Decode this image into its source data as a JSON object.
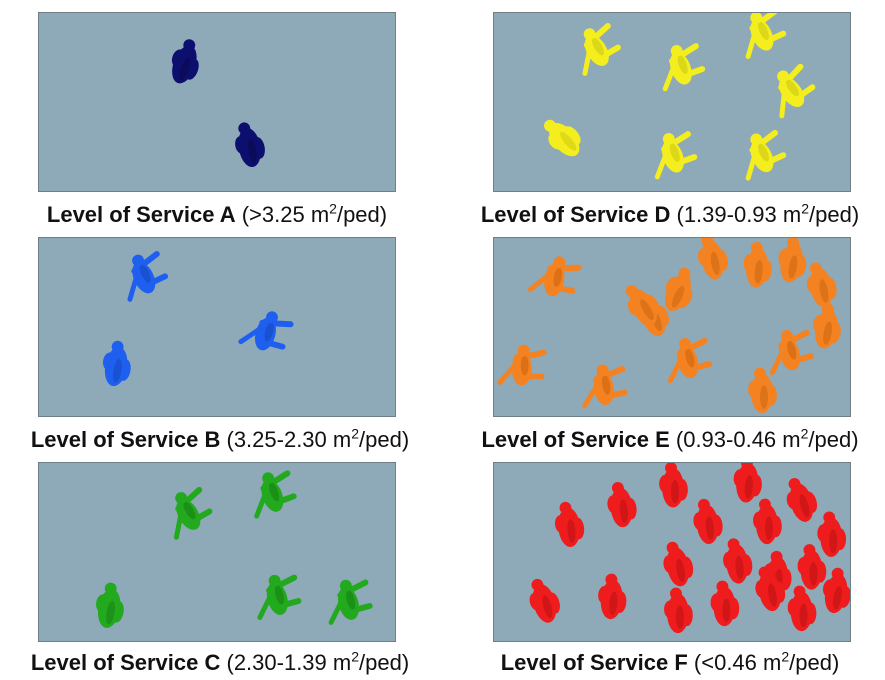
{
  "panels": [
    {
      "id": "A",
      "caption": {
        "level": "Level of Service A",
        "range_prefix": " (>3.25 m",
        "sup": "2",
        "range_suffix": "/ped)"
      },
      "color": "#0c0f6e",
      "shade": "#070948",
      "pedestrians": 2
    },
    {
      "id": "D",
      "caption": {
        "level": "Level of Service D",
        "range_prefix": " (1.39-0.93 m",
        "sup": "2",
        "range_suffix": "/ped)"
      },
      "color": "#f4ee1e",
      "shade": "#c9c412",
      "pedestrians": 7
    },
    {
      "id": "B",
      "caption": {
        "level": "Level of Service B",
        "range_prefix": " (3.25-2.30 m",
        "sup": "2",
        "range_suffix": "/ped)"
      },
      "color": "#1f5ff0",
      "shade": "#1446b8",
      "pedestrians": 3
    },
    {
      "id": "E",
      "caption": {
        "level": "Level of Service E",
        "range_prefix": " (0.93-0.46 m",
        "sup": "2",
        "range_suffix": "/ped)"
      },
      "color": "#f58220",
      "shade": "#c4630f",
      "pedestrians": 14
    },
    {
      "id": "C",
      "caption": {
        "level": "Level of Service C",
        "range_prefix": " (2.30-1.39 m",
        "sup": "2",
        "range_suffix": "/ped)"
      },
      "color": "#22a91e",
      "shade": "#167c13",
      "pedestrians": 5
    },
    {
      "id": "F",
      "caption": {
        "level": "Level of Service F",
        "range_prefix": " (<0.46 m",
        "sup": "2",
        "range_suffix": "/ped)"
      },
      "color": "#ee1c1c",
      "shade": "#b10f0f",
      "pedestrians": 19
    }
  ]
}
